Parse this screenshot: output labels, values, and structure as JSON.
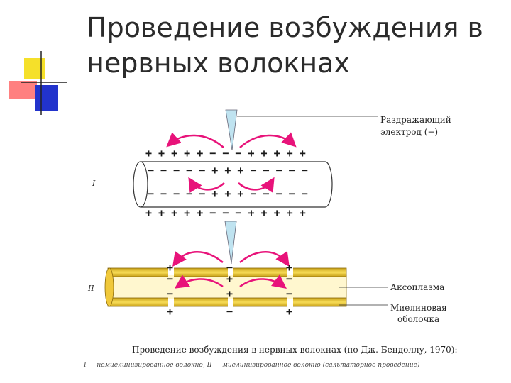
{
  "slide": {
    "title_line1": "Проведение возбуждения в",
    "title_line2": "нервных волокнах"
  },
  "diagram": {
    "labels": {
      "electrode_line1": "Раздражающий",
      "electrode_line2": "электрод (−)",
      "axoplasm": "Аксоплазма",
      "myelin_line1": "Миелиновая",
      "myelin_line2": "оболочка",
      "fiber_one": "I",
      "fiber_two": "II"
    },
    "fiber_one_signs": {
      "top_outer": "+ + + + + − − − + + + + +",
      "top_inner": "− − − − − + + + − − − − −",
      "bottom_inner": "− − − − − + + + − − − − −",
      "bottom_outer": "+ + + + + − − − + + + + +"
    },
    "caption": "Проведение возбуждения в нервных волокнах (по Дж. Бендоллу, 1970):",
    "subcaption": "I — немиелинизированное волокно, II — миелинизированное волокно (сальтаторное проведение)"
  }
}
